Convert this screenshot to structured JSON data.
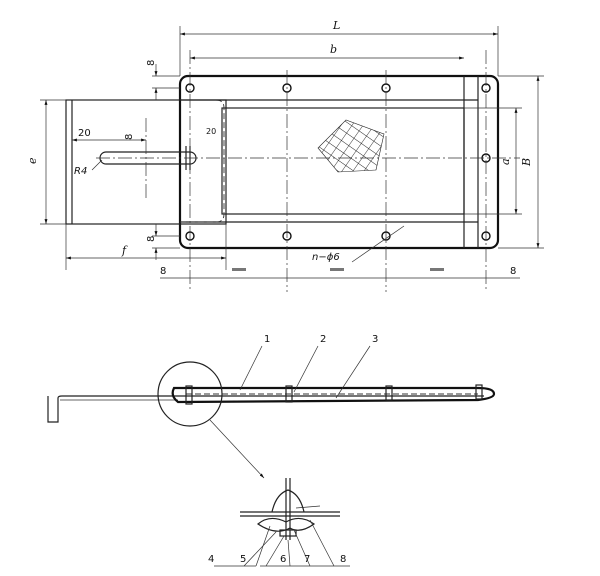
{
  "top_view": {
    "dim_L": "L",
    "dim_b": "b",
    "dim_a": "a",
    "dim_B": "B",
    "dim_e": "e",
    "dim_f": "f",
    "dim_8_top": "8",
    "dim_8_bottom_left": "8",
    "dim_8_bottom_right": "8",
    "dim_8_left": "8",
    "dim_8_slot": "8",
    "dim_20": "20",
    "dim_20_small": "20",
    "dim_R4": "R4",
    "hole_spec": "n−ϕ6"
  },
  "side_view": {
    "callouts": [
      "1",
      "2",
      "3"
    ]
  },
  "detail_view": {
    "callouts": [
      "4",
      "5",
      "6",
      "7",
      "8"
    ]
  }
}
